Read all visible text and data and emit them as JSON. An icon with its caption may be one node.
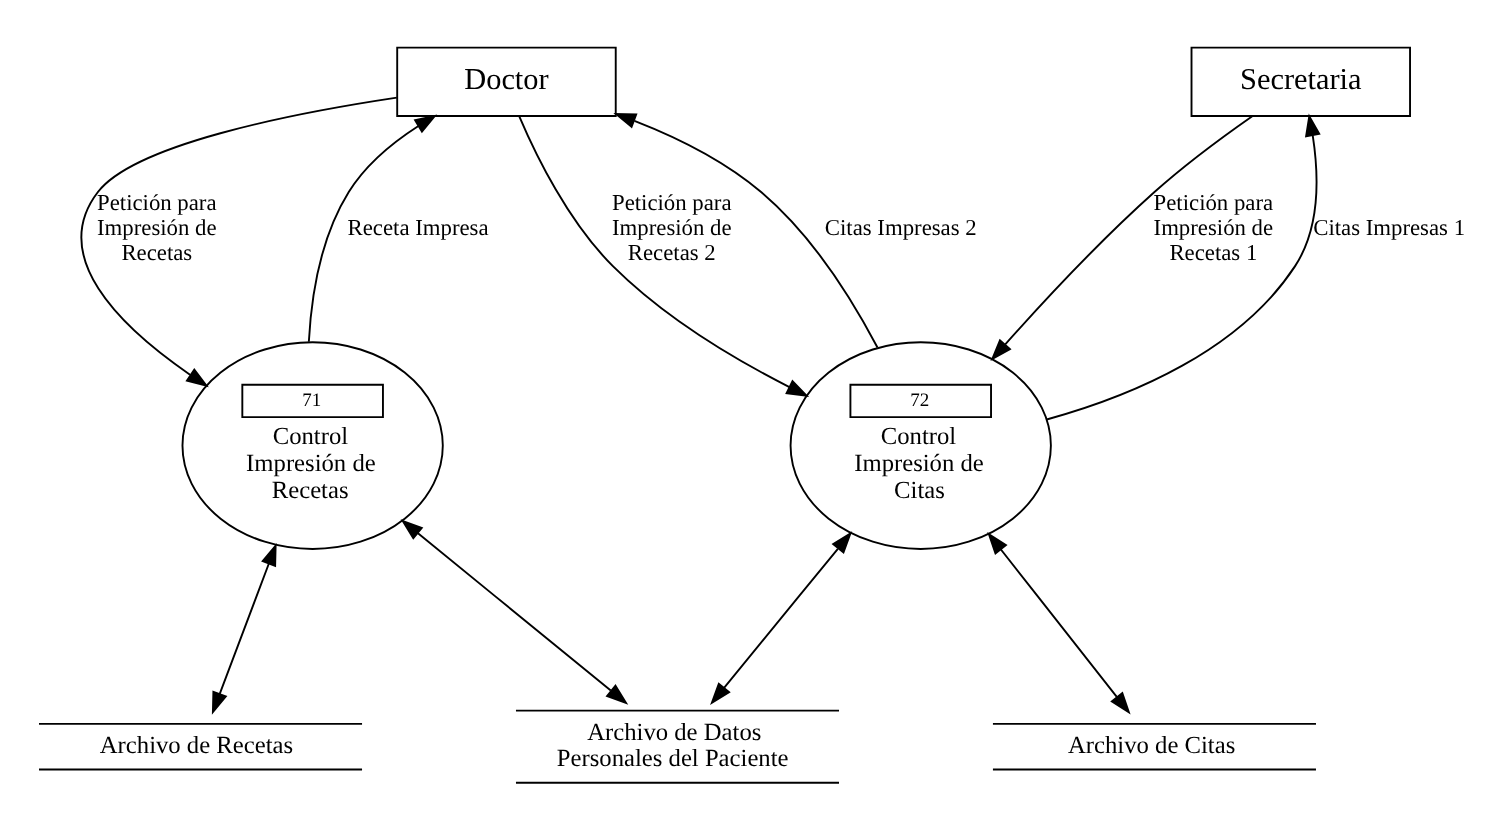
{
  "diagram": {
    "nodes": [
      {
        "text": [
          "Doctor"
        ]
      },
      {
        "text": [
          "Secretaria"
        ]
      },
      {
        "text": [
          "71",
          "Control Impresión de Recetas"
        ]
      },
      {
        "text": [
          "72",
          "Control Impresión de Citas"
        ]
      },
      {
        "text": [
          "Archivo de Recetas"
        ]
      },
      {
        "text": [
          "Archivo de Datos Personales del Paciente"
        ]
      },
      {
        "text": [
          "Archivo de Citas"
        ]
      }
    ],
    "edges": [
      {
        "from": 0,
        "to": 2,
        "arrow": "to",
        "label": "Petición para Impresión de Recetas"
      },
      {
        "from": 2,
        "to": 0,
        "arrow": "to",
        "label": "Receta Impresa"
      },
      {
        "from": 3,
        "to": 0,
        "arrow": "to",
        "label": "Citas Impresas 2"
      },
      {
        "from": 0,
        "to": 3,
        "arrow": "to",
        "label": "Petición para Impresión de Recetas 2"
      },
      {
        "from": 1,
        "to": 3,
        "arrow": "to",
        "label": "Petición para Impresión de Recetas 1"
      },
      {
        "from": 3,
        "to": 1,
        "arrow": "to",
        "label": "Citas Impresas 1"
      },
      {
        "from": 2,
        "to": 4,
        "arrow": "both"
      },
      {
        "from": 2,
        "to": 5,
        "arrow": "both"
      },
      {
        "from": 5,
        "to": 3,
        "arrow": "both"
      },
      {
        "from": 3,
        "to": 6,
        "arrow": "both"
      }
    ]
  }
}
